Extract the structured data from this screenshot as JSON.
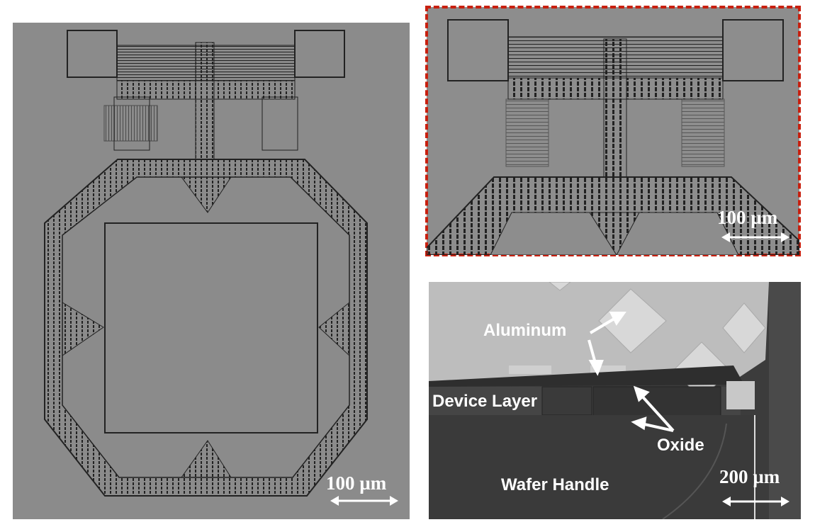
{
  "panels": {
    "left": {
      "scale_bar": "100 µm"
    },
    "zoom": {
      "scale_bar": "100 µm",
      "border_color": "#c8200f"
    },
    "cross_section": {
      "scale_bar": "200 µm",
      "labels": {
        "aluminum": "Aluminum",
        "device_layer": "Device Layer",
        "oxide": "Oxide",
        "wafer_handle": "Wafer Handle"
      }
    }
  }
}
